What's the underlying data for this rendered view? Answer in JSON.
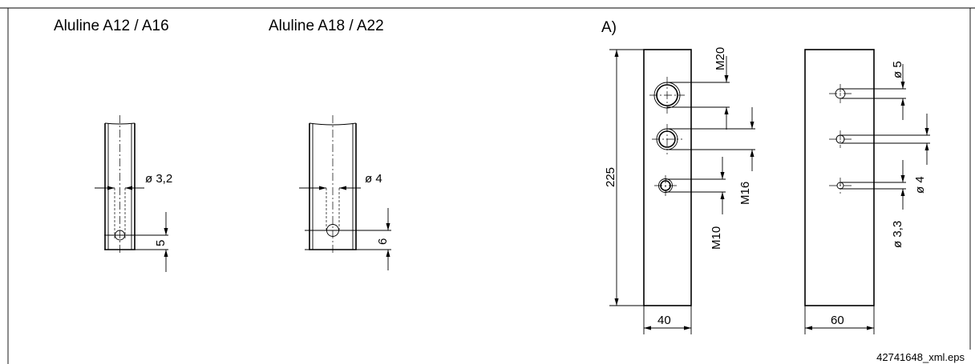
{
  "titles": {
    "left": "Aluline A12 / A16",
    "middle": "Aluline A18 / A22",
    "right": "A)"
  },
  "dimensions": {
    "a12_hole_diameter": "ø 3,2",
    "a12_hole_offset": "5",
    "a18_hole_diameter": "ø 4",
    "a18_hole_offset": "6",
    "block_height": "225",
    "block_a_width": "40",
    "block_b_width": "60",
    "thread_m20": "M20",
    "thread_m16": "M16",
    "thread_m10": "M10",
    "hole_d5": "ø 5",
    "hole_d4": "ø 4",
    "hole_d33": "ø 3,3"
  },
  "footer": {
    "filename": "42741648_xml.eps"
  }
}
